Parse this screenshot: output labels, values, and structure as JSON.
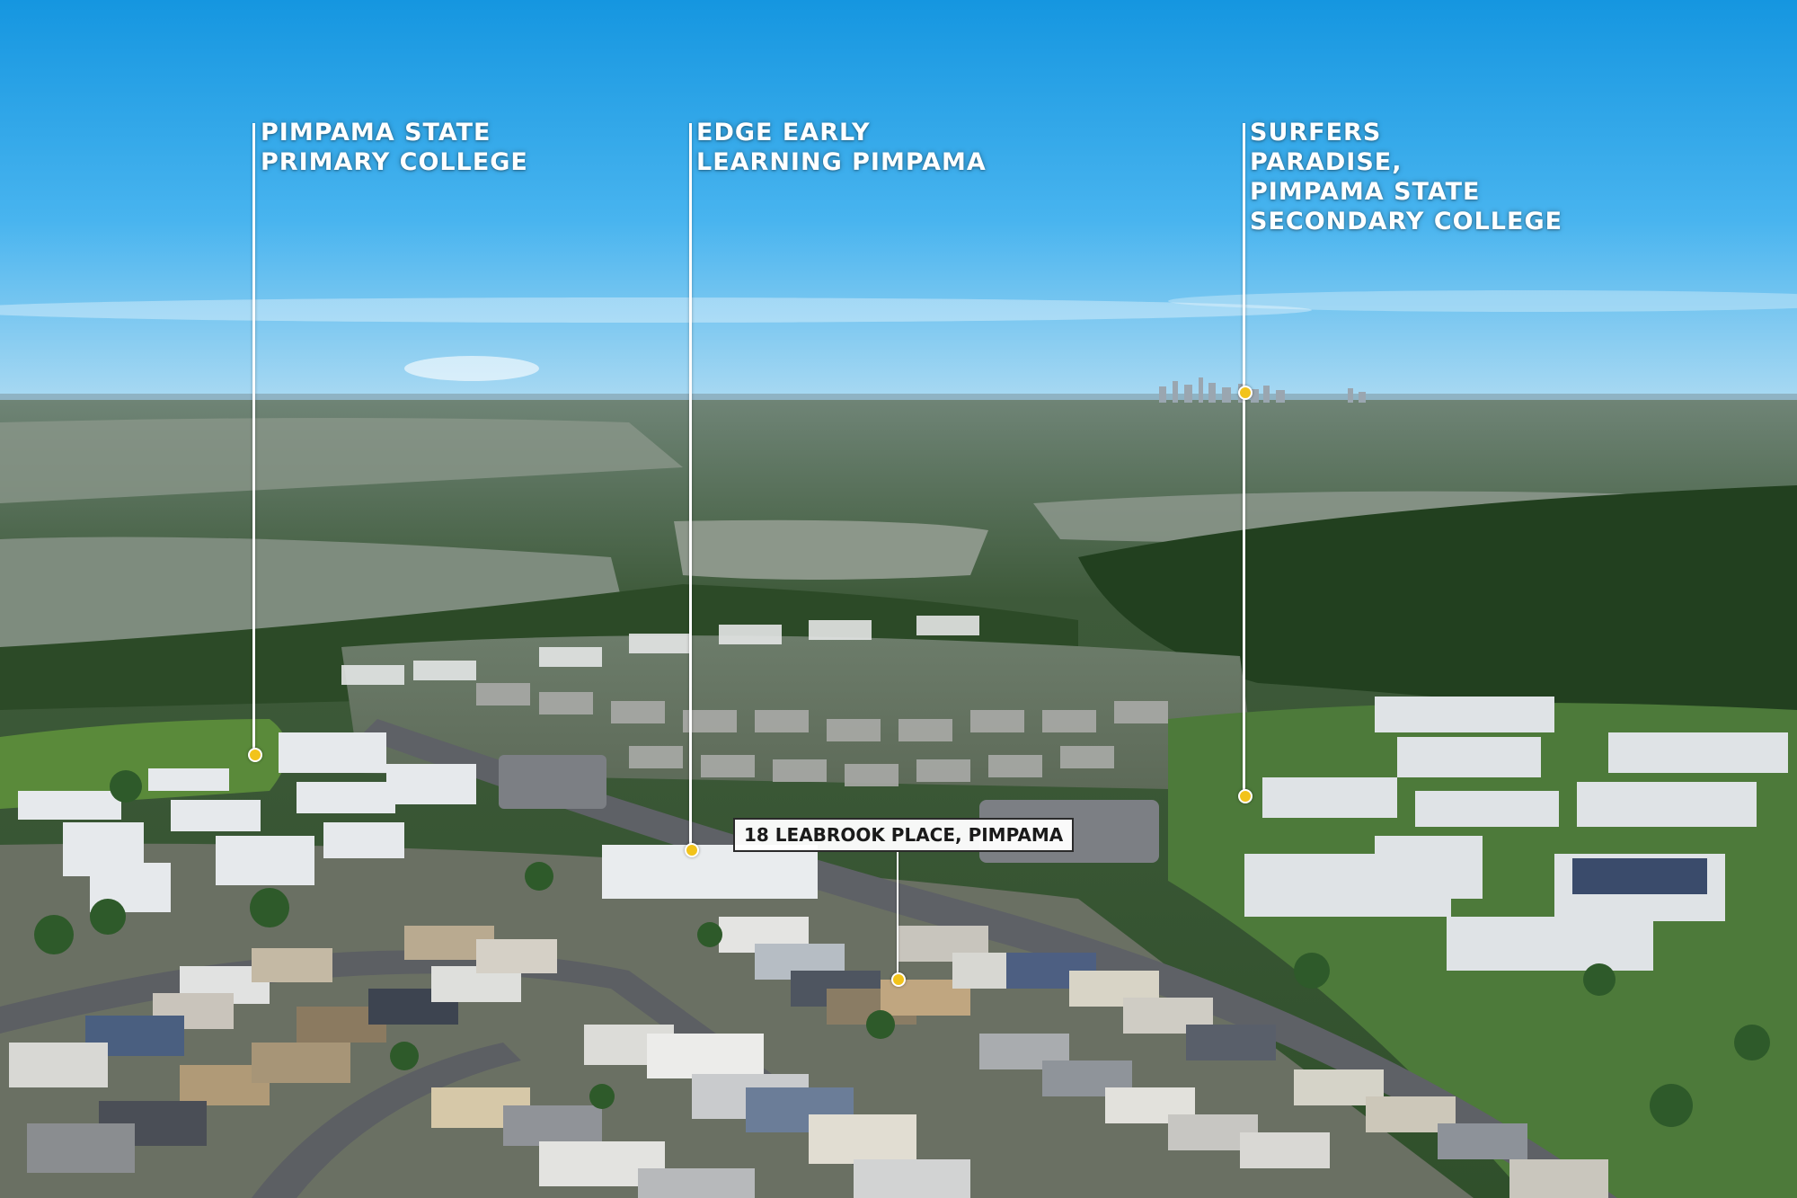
{
  "callouts": [
    {
      "lines": [
        "PIMPAMA STATE",
        "PRIMARY COLLEGE"
      ]
    },
    {
      "lines": [
        "EDGE EARLY",
        "LEARNING PIMPAMA"
      ]
    },
    {
      "lines": [
        "SURFERS",
        "PARADISE,",
        "PIMPAMA STATE",
        "SECONDARY COLLEGE"
      ]
    }
  ],
  "property": {
    "label": "18 LEABROOK PLACE, PIMPAMA"
  },
  "colors": {
    "marker": "#f2c31b",
    "label_text": "#ffffff",
    "sky_top": "#1596e0",
    "foliage": "#2f5a2a"
  }
}
